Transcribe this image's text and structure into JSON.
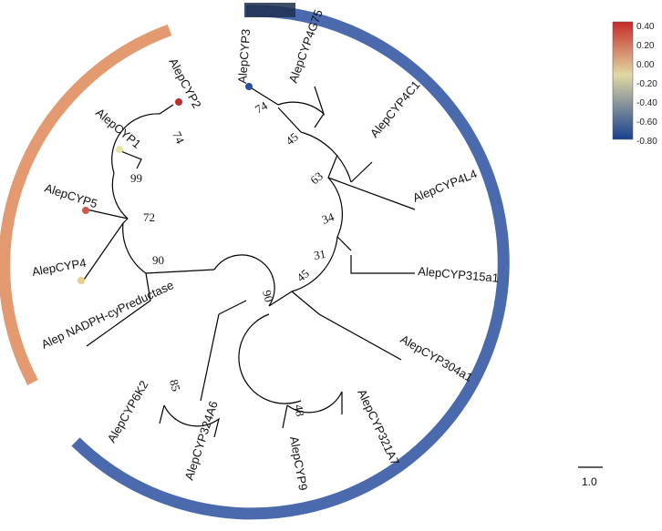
{
  "tree": {
    "leaves": [
      {
        "label": "AlepCYP3",
        "dot": "#2b4ea3"
      },
      {
        "label": "AlepCYP4G75"
      },
      {
        "label": "AlepCYP4C1"
      },
      {
        "label": "AlepCYP4L4"
      },
      {
        "label": "AlepCYP315a1"
      },
      {
        "label": "AlepCYP304a1"
      },
      {
        "label": "AlepCYP321A7"
      },
      {
        "label": "AlepCYP9"
      },
      {
        "label": "AlepCYP324A6"
      },
      {
        "label": "AlepCYP6K2"
      },
      {
        "label": "Alep NADPH-cyPreductase"
      },
      {
        "label": "AlepCYP4",
        "dot": "#e6cf8c"
      },
      {
        "label": "AlepCYP5",
        "dot": "#d0584a"
      },
      {
        "label": "AlepCYP1",
        "dot": "#e8e4a8"
      },
      {
        "label": "AlepCYP2",
        "dot": "#c42a2a"
      }
    ],
    "bootstrap": [
      "74",
      "45",
      "63",
      "34",
      "31",
      "45",
      "48",
      "90",
      "85",
      "90",
      "72",
      "99",
      "74"
    ],
    "clade_colors": {
      "blue": "#4a6aad",
      "orange": "#e39a70"
    }
  },
  "legend": {
    "ticks": [
      "0.40",
      "0.20",
      "0.00",
      "-0.20",
      "-0.40",
      "-0.60",
      "-0.80"
    ],
    "colors": [
      "#c62a2a",
      "#e0d9a3",
      "#1a3f8f"
    ]
  },
  "scale_bar": {
    "label": "1.0"
  }
}
